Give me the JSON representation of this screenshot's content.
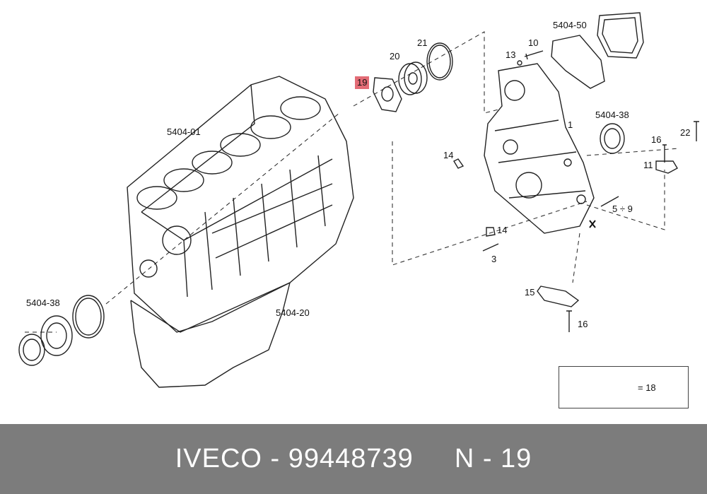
{
  "callouts": {
    "c540401": "5404-01",
    "c540420": "5404-20",
    "c540438_left": "5404-38",
    "c540438_right": "5404-38",
    "c540450": "5404-50",
    "c19": "19",
    "c20": "20",
    "c21": "21",
    "c10": "10",
    "c13": "13",
    "c1": "1",
    "c16a": "16",
    "c22": "22",
    "c11": "11",
    "c14a": "14",
    "c14b": "14",
    "c3": "3",
    "c5to9": "5 ÷ 9",
    "c15": "15",
    "c16b": "16"
  },
  "legend": {
    "text": "= 18"
  },
  "footer": {
    "brand": "IVECO",
    "sep1": " - ",
    "part_number": "99448739",
    "ref": "N - 19"
  },
  "colors": {
    "highlight": "#e36c76",
    "footer_bg": "#7c7c7c"
  }
}
